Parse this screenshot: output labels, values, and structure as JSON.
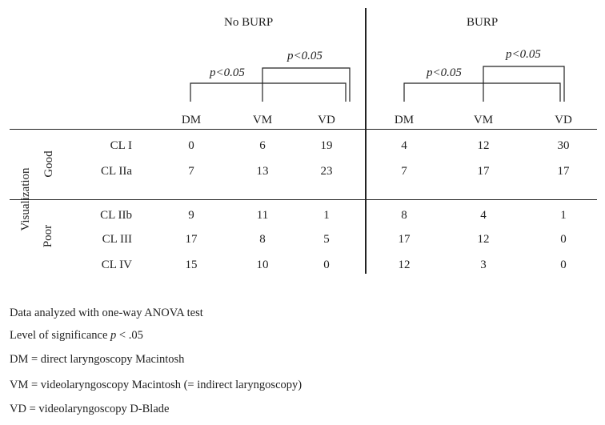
{
  "chart_data": {
    "type": "table",
    "group_headers": [
      "No BURP",
      "BURP"
    ],
    "column_headers": [
      "DM",
      "VM",
      "VD",
      "DM",
      "VM",
      "VD"
    ],
    "significance": [
      {
        "group": "No BURP",
        "label": "p<0.05",
        "from": "DM",
        "to": "VD"
      },
      {
        "group": "No BURP",
        "label": "p<0.05",
        "from": "VM",
        "to": "VD"
      },
      {
        "group": "BURP",
        "label": "p<0.05",
        "from": "DM",
        "to": "VD"
      },
      {
        "group": "BURP",
        "label": "p<0.05",
        "from": "VM",
        "to": "VD"
      }
    ],
    "row_axis_label": "Visualization",
    "row_groups": [
      {
        "label": "Good",
        "rows": [
          "CL I",
          "CL IIa"
        ]
      },
      {
        "label": "Poor",
        "rows": [
          "CL IIb",
          "CL III",
          "CL IV"
        ]
      }
    ],
    "rows": [
      {
        "label": "CL I",
        "values": [
          0,
          6,
          19,
          4,
          12,
          30
        ]
      },
      {
        "label": "CL IIa",
        "values": [
          7,
          13,
          23,
          7,
          17,
          17
        ]
      },
      {
        "label": "CL IIb",
        "values": [
          9,
          11,
          1,
          8,
          4,
          1
        ]
      },
      {
        "label": "CL III",
        "values": [
          17,
          8,
          5,
          17,
          12,
          0
        ]
      },
      {
        "label": "CL IV",
        "values": [
          15,
          10,
          0,
          12,
          3,
          0
        ]
      }
    ]
  },
  "notes": {
    "anova": "Data analyzed with one-way ANOVA test",
    "significance_prefix": "Level of significance ",
    "significance_symbol": "p",
    "significance_suffix": " < .05",
    "dm": "DM = direct laryngoscopy Macintosh",
    "vm": "VM = videolaryngoscopy Macintosh (= indirect laryngoscopy)",
    "vd": "VD = videolaryngoscopy D-Blade"
  }
}
